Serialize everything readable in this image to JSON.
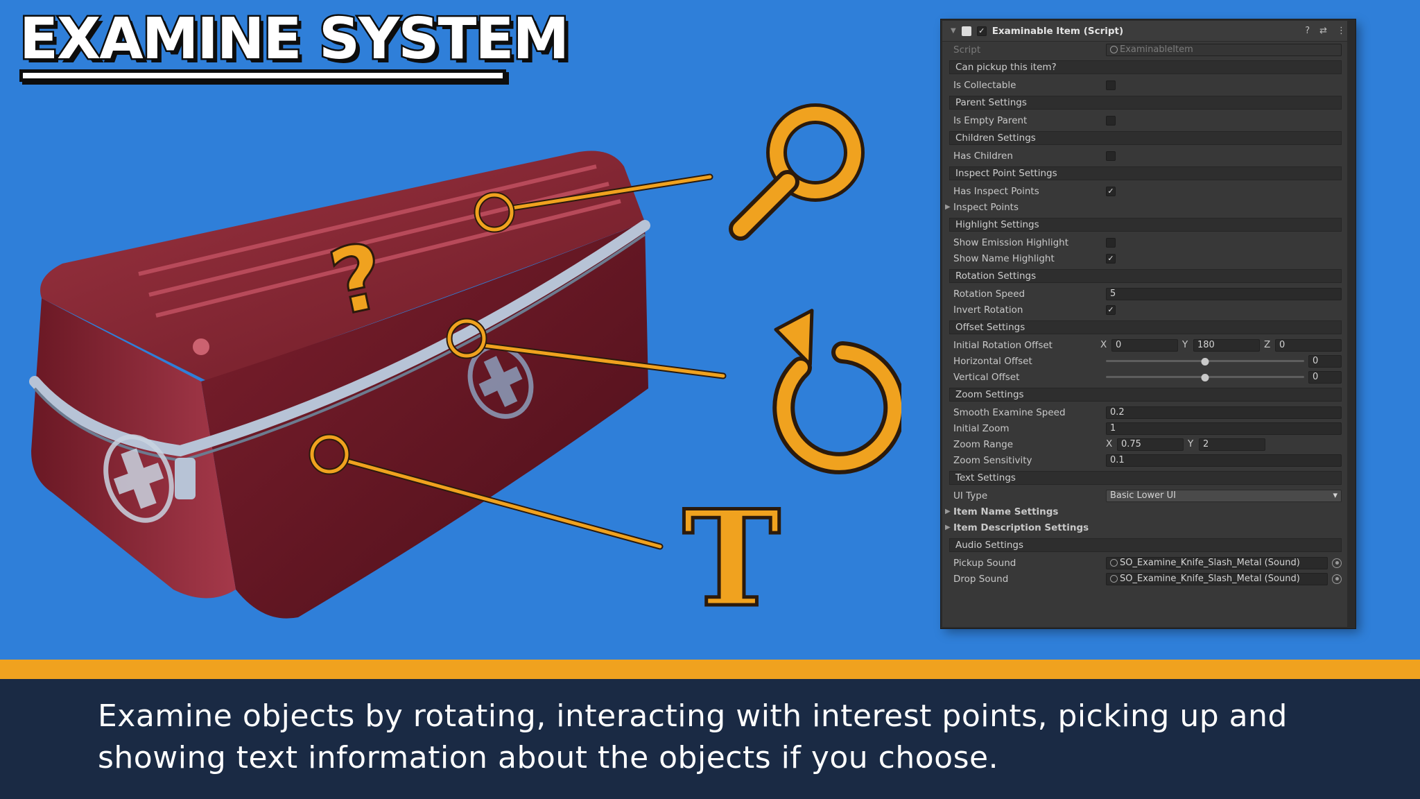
{
  "title": "EXAMINE SYSTEM",
  "caption": "Examine objects by rotating, interacting with interest points, picking up and showing text information about the objects if you choose.",
  "colors": {
    "background": "#2f7fd9",
    "accent": "#f0a21f",
    "banner": "#1a2a44",
    "chest": "#7a1f2c"
  },
  "illustration": {
    "question_mark": "?",
    "icons": [
      "magnifier-icon",
      "rotate-icon",
      "text-icon"
    ],
    "text_icon_glyph": "T"
  },
  "inspector": {
    "component_title": "Examinable Item (Script)",
    "script_label": "Script",
    "script_value": "ExaminableItem",
    "sections": {
      "pickup": "Can pickup this item?",
      "parent": "Parent Settings",
      "children": "Children Settings",
      "inspect_points": "Inspect Point Settings",
      "highlight": "Highlight Settings",
      "rotation": "Rotation Settings",
      "offset": "Offset Settings",
      "zoom": "Zoom Settings",
      "text": "Text Settings",
      "audio": "Audio Settings"
    },
    "fields": {
      "is_collectable": "Is Collectable",
      "is_empty_parent": "Is Empty Parent",
      "has_children": "Has Children",
      "has_inspect_points": "Has Inspect Points",
      "inspect_points": "Inspect Points",
      "show_emission_highlight": "Show Emission Highlight",
      "show_name_highlight": "Show Name Highlight",
      "rotation_speed": "Rotation Speed",
      "rotation_speed_value": "5",
      "invert_rotation": "Invert Rotation",
      "initial_rotation_offset": "Initial Rotation Offset",
      "x_label": "X",
      "y_label": "Y",
      "z_label": "Z",
      "rot_x": "0",
      "rot_y": "180",
      "rot_z": "0",
      "horizontal_offset": "Horizontal Offset",
      "horizontal_offset_value": "0",
      "vertical_offset": "Vertical Offset",
      "vertical_offset_value": "0",
      "smooth_examine_speed": "Smooth Examine Speed",
      "smooth_examine_speed_value": "0.2",
      "initial_zoom": "Initial Zoom",
      "initial_zoom_value": "1",
      "zoom_range": "Zoom Range",
      "zoom_range_x": "0.75",
      "zoom_range_y": "2",
      "zoom_sensitivity": "Zoom Sensitivity",
      "zoom_sensitivity_value": "0.1",
      "ui_type": "UI Type",
      "ui_type_value": "Basic Lower UI",
      "item_name_settings": "Item Name Settings",
      "item_description_settings": "Item Description Settings",
      "pickup_sound": "Pickup Sound",
      "pickup_sound_value": "SO_Examine_Knife_Slash_Metal (Sound)",
      "drop_sound": "Drop Sound",
      "drop_sound_value": "SO_Examine_Knife_Slash_Metal (Sound)"
    },
    "checks": {
      "is_collectable": false,
      "is_empty_parent": false,
      "has_children": false,
      "has_inspect_points": true,
      "show_emission_highlight": false,
      "show_name_highlight": true,
      "invert_rotation": true
    },
    "slider_levels": {
      "horizontal_offset": 0.5,
      "vertical_offset": 0.5
    }
  }
}
